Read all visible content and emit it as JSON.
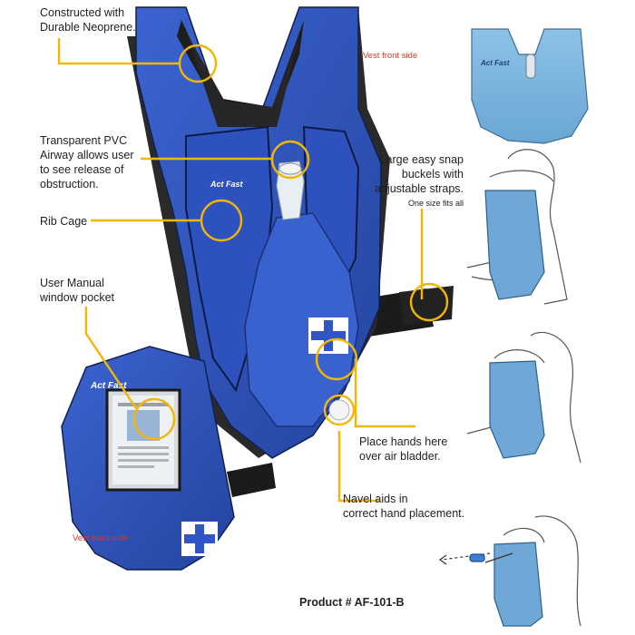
{
  "callouts": {
    "neoprene": [
      "Constructed with",
      "Durable Neoprene."
    ],
    "airway": [
      "Transparent PVC",
      "Airway allows user",
      "to see release of",
      "obstruction."
    ],
    "rib_cage": "Rib Cage",
    "manual": [
      "User Manual",
      "window pocket"
    ],
    "buckles": [
      "Large easy snap",
      "buckels with",
      "adjustable straps."
    ],
    "one_size": "One size fits all",
    "hands": [
      "Place hands here",
      "over air bladder."
    ],
    "navel": [
      "Navel aids in",
      "correct hand placement."
    ]
  },
  "side_labels": {
    "front": "Vest front side",
    "back": "Vest back side"
  },
  "product": "Product  # AF-101-B",
  "logo_text": "Act+Fast",
  "colors": {
    "vest_blue": "#2f56c4",
    "vest_light": "#7fb6df",
    "callout_yellow": "#f2b705",
    "label_red": "#d23a2a"
  }
}
